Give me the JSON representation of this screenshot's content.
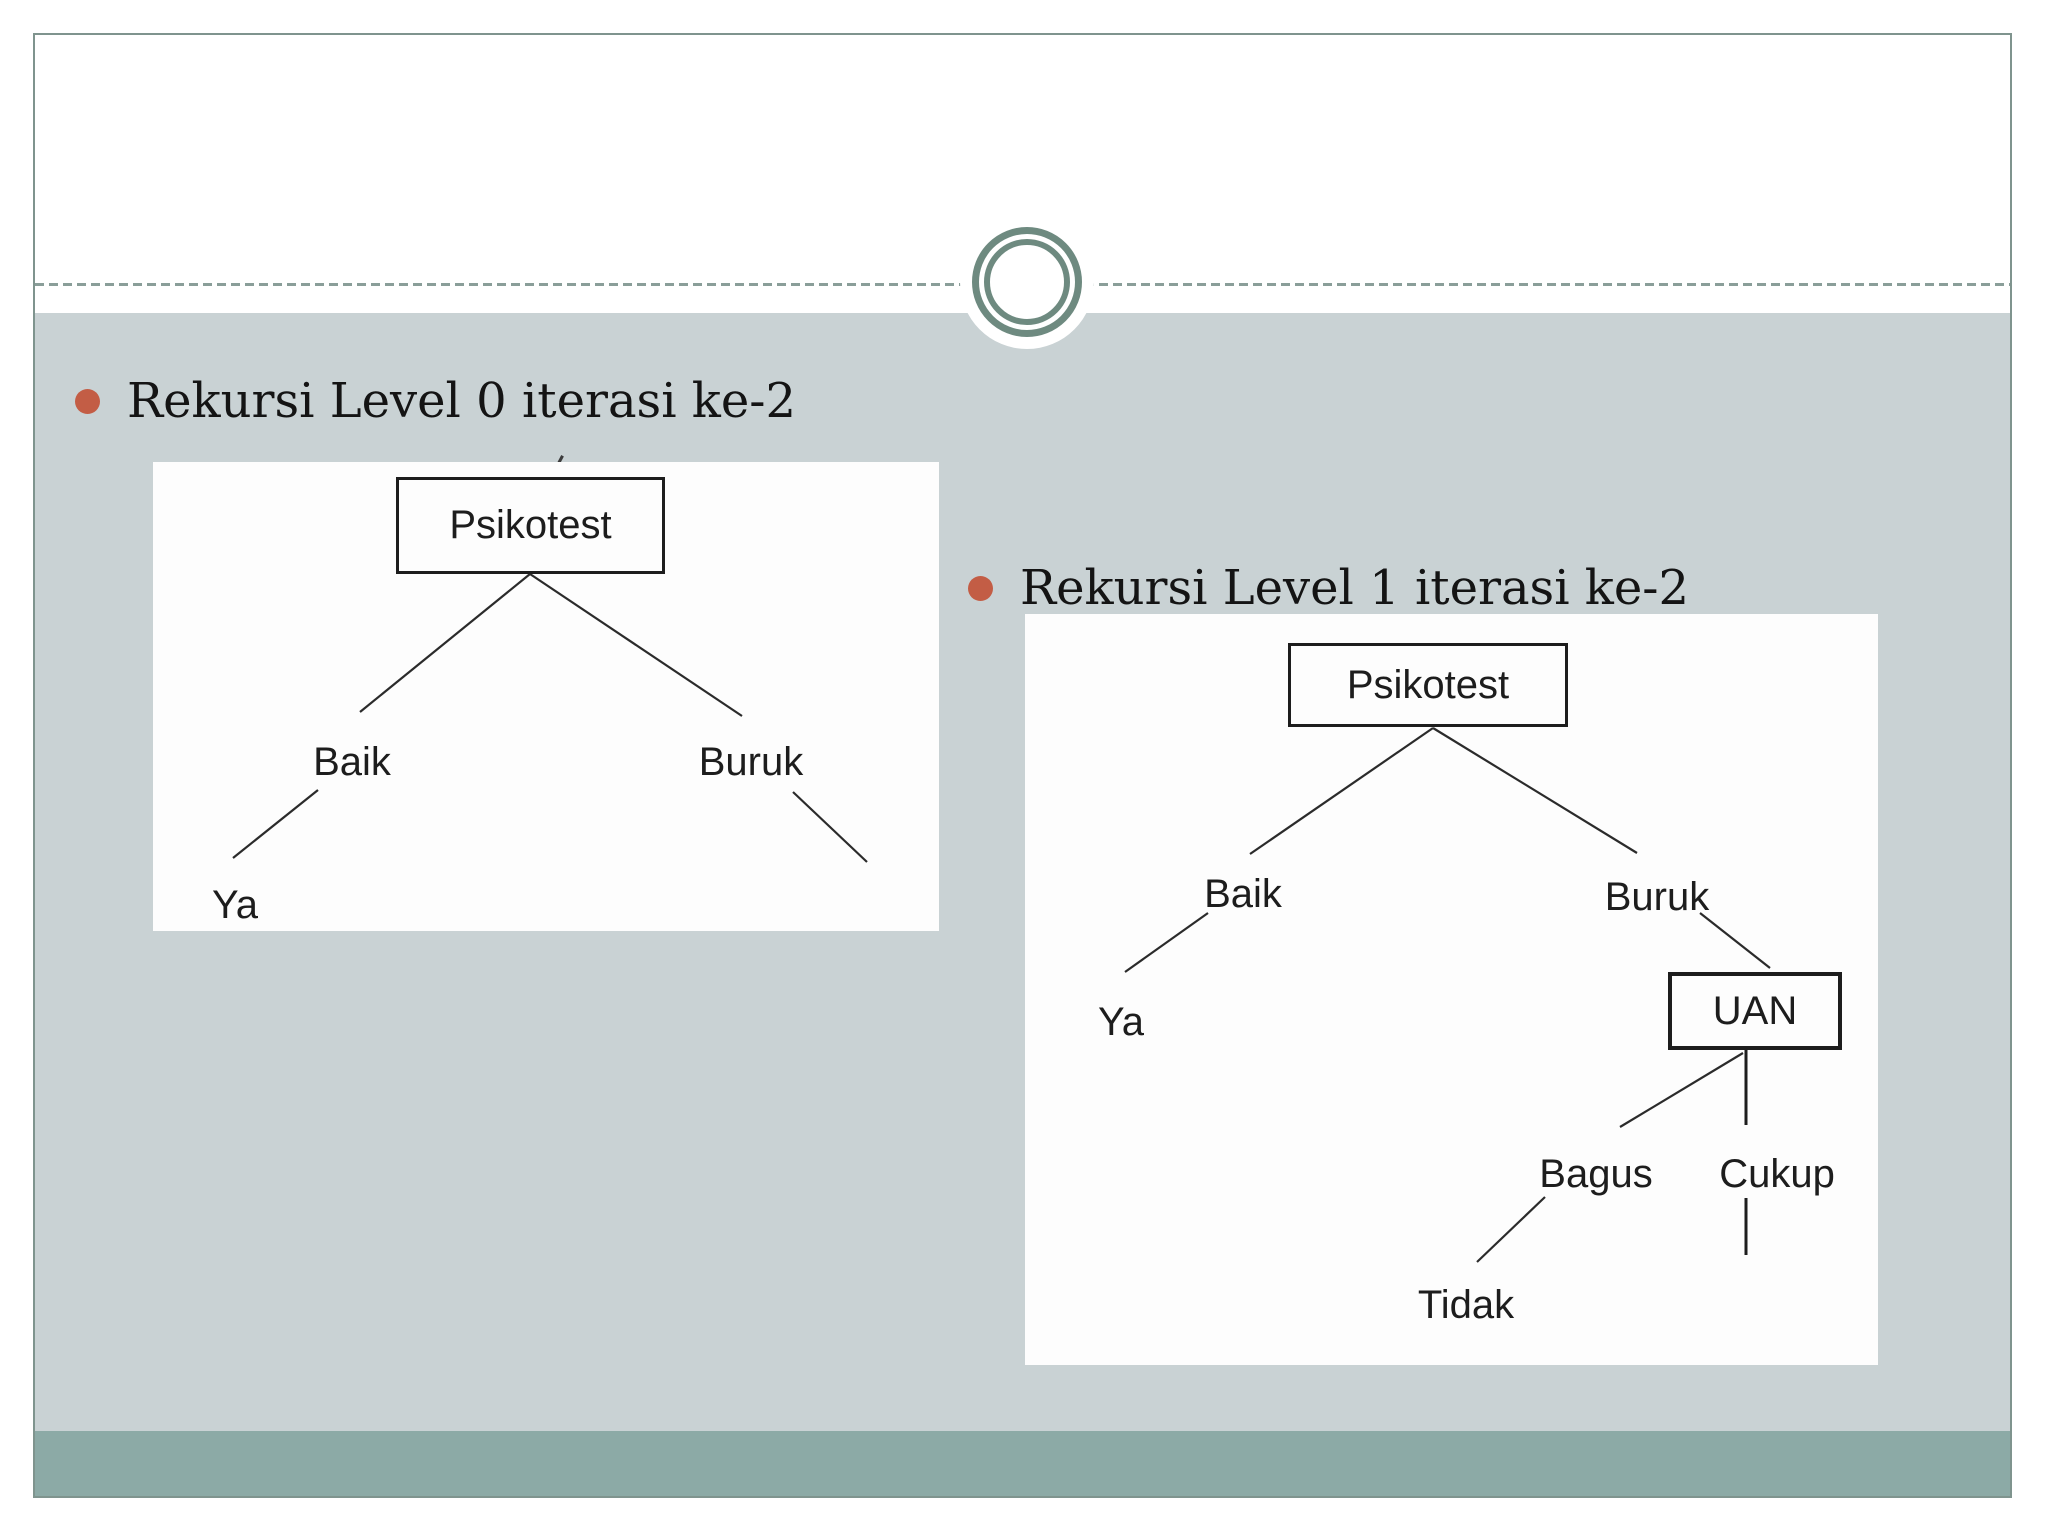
{
  "slide": {
    "bullet_level0": "Rekursi Level 0 iterasi ke-2",
    "bullet_level1": "Rekursi Level 1 iterasi ke-2",
    "colors": {
      "content_background": "#c9d2d4",
      "footer_band": "#8caaa6",
      "slide_border": "#7f948e",
      "ornament_ring": "#6e8a80",
      "bullet_marker": "#c35d45",
      "diagram_ink": "#1d1d1d"
    }
  },
  "tree_level0": {
    "root": "Psikotest",
    "branch_left": "Baik",
    "branch_right": "Buruk",
    "leaf_ya": "Ya"
  },
  "tree_level1": {
    "root": "Psikotest",
    "branch_left": "Baik",
    "branch_right": "Buruk",
    "leaf_ya": "Ya",
    "node_uan": "UAN",
    "branch_bagus": "Bagus",
    "branch_cukup": "Cukup",
    "leaf_tidak": "Tidak"
  }
}
